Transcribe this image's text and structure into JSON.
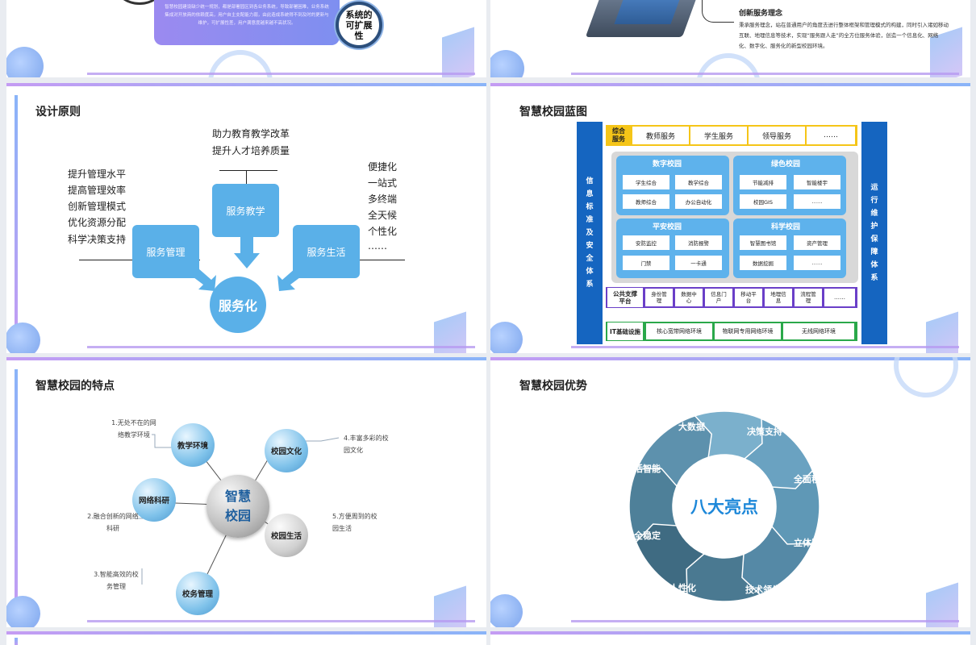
{
  "slide1": {
    "paragraph": "智慧校园建设缺少统一规划，都是部署园区到各业务系统，导致部署困难，业务系统集成对开放商的依赖度高，用户自主支配能力弱，由此造成系统得不到及时的更新与维护，可扩展性差，用户满意度越来越不高状况。",
    "badge": "系统的可扩展性"
  },
  "slide2": {
    "heading": "创新服务理念",
    "paragraph": "秉承服务理念，站在普通用户的角度去进行整体框架和管理模式的构建，同时引入诸如移动互联、地理信息等技术，实现“服务跟人走”的全方位服务体验，创造一个信息化、网络化、数字化、服务化的新型校园环境。"
  },
  "slide3": {
    "title": "设计原则",
    "top_lines": [
      "助力教育教学改革",
      "提升人才培养质量"
    ],
    "left_lines": [
      "提升管理水平",
      "提高管理效率",
      "创新管理模式",
      "优化资源分配",
      "科学决策支持"
    ],
    "right_lines": [
      "便捷化",
      "一站式",
      "多终端",
      "全天候",
      "个性化",
      "……"
    ],
    "box_teach": "服务教学",
    "box_manage": "服务管理",
    "box_life": "服务生活",
    "center": "服务化"
  },
  "slide4": {
    "title": "智慧校园蓝图",
    "left_pillar": "信息标准及安全体系",
    "right_pillar": "运行维护保障体系",
    "row1_label": "综合服务",
    "row1_items": [
      "教师服务",
      "学生服务",
      "领导服务",
      "……"
    ],
    "groups": [
      {
        "name": "数字校园",
        "items": [
          "学生综合",
          "教学综合",
          "教师综合",
          "办公自动化"
        ]
      },
      {
        "name": "绿色校园",
        "items": [
          "节能减排",
          "智能楼宇",
          "校园GIS",
          "……"
        ]
      },
      {
        "name": "平安校园",
        "items": [
          "安防监控",
          "消防报警",
          "门禁",
          "一卡通"
        ]
      },
      {
        "name": "科学校园",
        "items": [
          "智慧图书馆",
          "资产管理",
          "数据挖掘",
          "……"
        ]
      }
    ],
    "row3_label": "公共支撑平台",
    "row3_items": [
      "身份管理",
      "数据中心",
      "信息门户",
      "移动平台",
      "地理信息",
      "流程管理",
      "……"
    ],
    "row4_label": "IT基础设施",
    "row4_items": [
      "核心宽带网络环境",
      "物联网专用网络环境",
      "无线网络环境"
    ],
    "colors": {
      "yellow": "#f5c518",
      "purple": "#6a3fc8",
      "green": "#2aa84a",
      "blue": "#1565c0"
    }
  },
  "slide5": {
    "title": "智慧校园的特点",
    "center": "智慧校园",
    "nodes": [
      "教学环境",
      "校园文化",
      "网络科研",
      "校园生活",
      "校务管理"
    ],
    "notes": [
      "1.无处不在的网络教学环境",
      "4.丰富多彩的校园文化",
      "2.融合创新的网络科研",
      "5.方便周到的校园生活",
      "3.智能高效的校务管理"
    ]
  },
  "slide6": {
    "title": "智慧校园优势",
    "center": "八大亮点",
    "segments": [
      "大数据",
      "决策支持",
      "全面移动",
      "立体服务",
      "技术领先",
      "人性化",
      "安全稳定",
      "灵活智能"
    ]
  }
}
